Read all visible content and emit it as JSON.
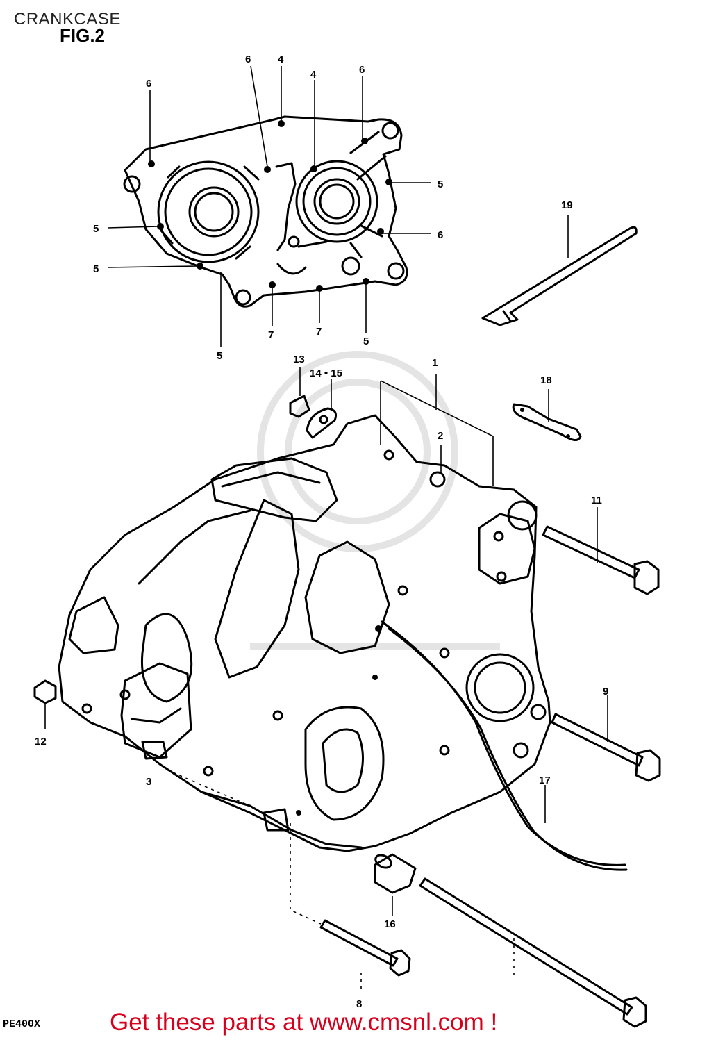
{
  "header": {
    "title": "CRANKCASE"
  },
  "figure": {
    "label": "FIG.2",
    "model_code": "PE400X"
  },
  "callouts": [
    "1",
    "2",
    "3",
    "4",
    "5",
    "6",
    "7",
    "8",
    "9",
    "11",
    "12",
    "13",
    "14 • 15",
    "16",
    "17",
    "18",
    "19"
  ],
  "footer": {
    "link_text": "Get these parts at www.cmsnl.com !"
  }
}
